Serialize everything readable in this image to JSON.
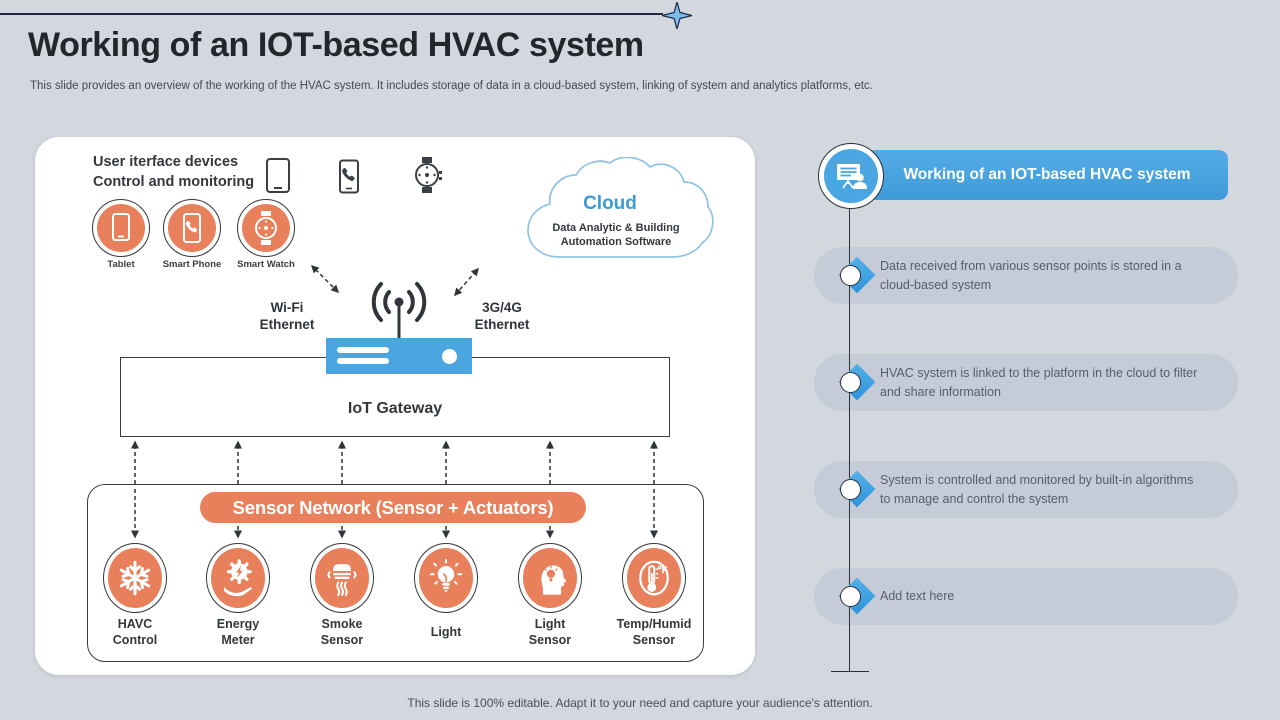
{
  "slide": {
    "title": "Working of an IOT-based HVAC system",
    "subtitle": "This slide provides an overview of the working of the HVAC system. It includes storage of data in a cloud-based system, linking of system and analytics platforms, etc.",
    "footer": "This slide is 100% editable. Adapt it to your need and capture your audience's attention."
  },
  "diagram": {
    "devices_heading": "User iterface devices\nControl and monitoring",
    "devices": [
      {
        "label": "Tablet",
        "icon": "tablet-icon"
      },
      {
        "label": "Smart Phone",
        "icon": "smartphone-icon"
      },
      {
        "label": "Smart Watch",
        "icon": "smartwatch-icon"
      }
    ],
    "cloud": {
      "title": "Cloud",
      "subtitle": "Data Analytic & Building\nAutomation Software"
    },
    "left_link_label": "Wi-Fi\nEthernet",
    "right_link_label": "3G/4G\nEthernet",
    "gateway_label": "IoT Gateway",
    "band_title": "Sensor Network (Sensor + Actuators)",
    "sensors": [
      {
        "label": "HAVC\nControl",
        "icon": "snowflake-icon"
      },
      {
        "label": "Energy\nMeter",
        "icon": "energy-meter-icon"
      },
      {
        "label": "Smoke\nSensor",
        "icon": "smoke-detector-icon"
      },
      {
        "label": "Light",
        "icon": "light-bulb-icon"
      },
      {
        "label": "Light\nSensor",
        "icon": "head-bulb-icon"
      },
      {
        "label": "Temp/Humid\nSensor",
        "icon": "thermometer-icon"
      }
    ]
  },
  "timeline": {
    "header": "Working of an IOT-based HVAC system",
    "header_icon": "presentation-icon",
    "items": [
      {
        "text": "Data received from various sensor points is stored in a cloud-based system"
      },
      {
        "text": "HVAC system is linked to the platform in the cloud to filter and share information"
      },
      {
        "text": "System is controlled and monitored by built-in algorithms to manage and control the system"
      },
      {
        "text": "Add text here"
      }
    ]
  },
  "colors": {
    "accent_orange": "#E8805C",
    "accent_blue": "#47A5E0",
    "timeline_box_gray": "#C5CCD7",
    "background": "#D3D7DE",
    "line_dark": "#2B3139"
  }
}
